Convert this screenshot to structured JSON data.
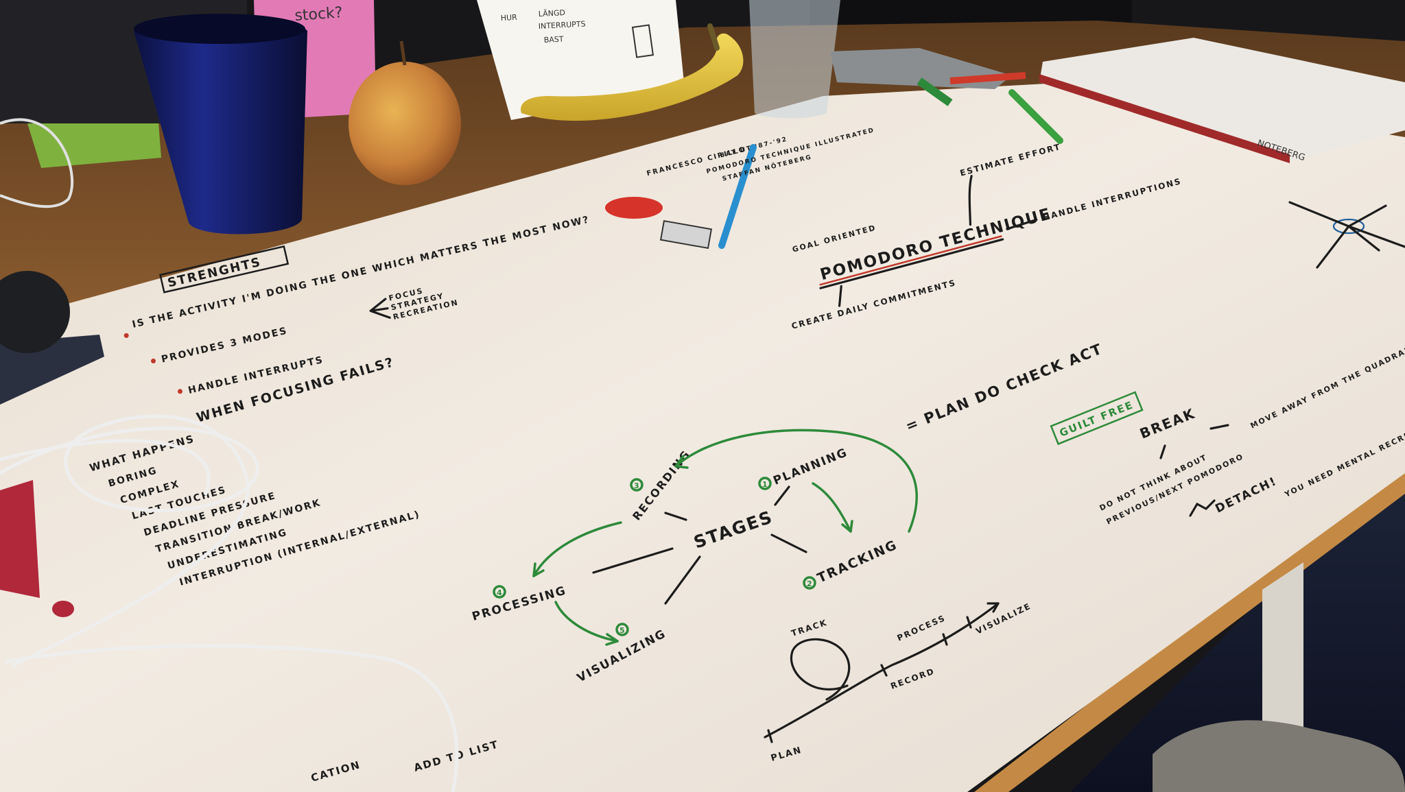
{
  "sticky_note": {
    "text": "stock?"
  },
  "top_card": {
    "lines": [
      "HUR",
      "LÄNGD",
      "INTERRUPTS",
      "BAST"
    ]
  },
  "book": {
    "spine_label": "NOTEBERG"
  },
  "strengths": {
    "heading": "STRENGHTS",
    "item_1": "IS THE ACTIVITY I'M DOING THE ONE WHICH MATTERS THE MOST NOW?",
    "item_2": "PROVIDES 3 MODES",
    "modes": [
      "FOCUS",
      "STRATEGY",
      "RECREATION"
    ],
    "item_3": "HANDLE INTERRUPTS"
  },
  "failures": {
    "heading": "WHEN FOCUSING FAILS?",
    "what_happens": "WHAT HAPPENS",
    "items": [
      "BORING",
      "COMPLEX",
      "LAST TOUCHES",
      "DEADLINE PRESSURE",
      "TRANSITION BREAK/WORK",
      "UNDERESTIMATING",
      "INTERRUPTION (INTERNAL/EXTERNAL)"
    ]
  },
  "pomodoro": {
    "title": "POMODORO TECHNIQUE",
    "estimate": "ESTIMATE EFFORT",
    "goal": "GOAL ORIENTED",
    "interruptions": "HANDLE INTERRUPTIONS",
    "daily": "CREATE DAILY COMMITMENTS",
    "origin_lines": [
      "FRANCESCO CIRILLO",
      "BAT UT '87-'92",
      "POMODORO TECHNIQUE ILLUSTRATED",
      "STAFFAN NÖTEBERG"
    ]
  },
  "pdca": {
    "text": "= PLAN DO CHECK ACT"
  },
  "stages": {
    "center": "STAGES",
    "planning": "PLANNING",
    "tracking": "TRACKING",
    "recording": "RECORDING",
    "processing": "PROCESSING",
    "visualizing": "VISUALIZING",
    "num_planning": "1",
    "num_tracking": "2",
    "num_recording": "3",
    "num_processing": "4",
    "num_visualizing": "5"
  },
  "cycle": {
    "plan": "PLAN",
    "track": "TRACK",
    "record": "RECORD",
    "process": "PROCESS",
    "visualize": "VISUALIZE"
  },
  "break_section": {
    "badge": "GUILT FREE",
    "title": "BREAK",
    "move_away": "MOVE AWAY FROM THE QUADRANT",
    "do_not_think": "DO NOT THINK ABOUT",
    "previous": "PREVIOUS/NEXT POMODORO",
    "detach": "DETACH!",
    "need": "YOU NEED MENTAL RECREATION"
  },
  "bottom_fragments": {
    "cation": "CATION",
    "add_to_list": "ADD TO LIST"
  },
  "colors": {
    "paper": "#efe7dc",
    "desk": "#a8703c",
    "ink": "#1c1c1c",
    "green_marker": "#2d8a3a",
    "red_marker": "#c0392b",
    "blue_pen": "#2a8fcf"
  }
}
